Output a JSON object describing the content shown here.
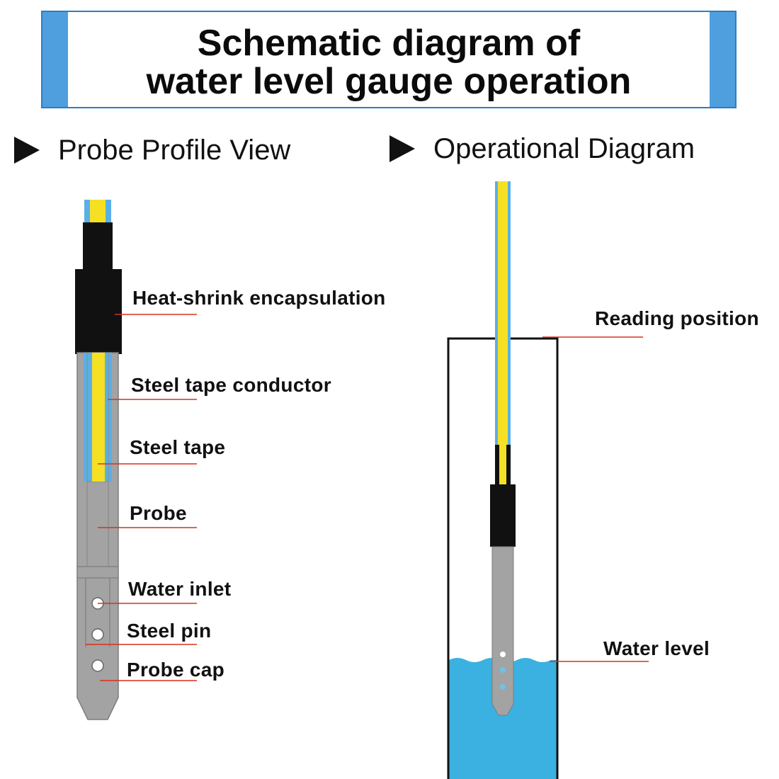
{
  "title": {
    "line1": "Schematic diagram of",
    "line2": "water level gauge operation"
  },
  "sections": {
    "left": "Probe Profile View",
    "right": "Operational Diagram"
  },
  "labels": {
    "heat_shrink": "Heat-shrink encapsulation",
    "conductor": "Steel tape conductor",
    "steel_tape": "Steel tape",
    "probe": "Probe",
    "water_inlet": "Water inlet",
    "steel_pin": "Steel pin",
    "probe_cap": "Probe cap",
    "reading_position": "Reading position",
    "water_level": "Water level"
  },
  "colors": {
    "banner": "#4f9ede",
    "tape_yellow": "#f6e024",
    "tape_blue": "#5ab0e6",
    "encapsulation": "#111111",
    "probe_metal": "#a3a3a3",
    "water": "#3ab1e0",
    "leader_line": "#d9301c"
  }
}
